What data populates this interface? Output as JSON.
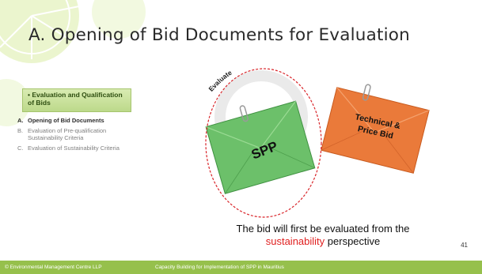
{
  "title": "A. Opening of Bid Documents for Evaluation",
  "section_box": {
    "bullet": "•",
    "label": "Evaluation and Qualification of Bids"
  },
  "outline": [
    {
      "letter": "A.",
      "text": "Opening of Bid Documents",
      "active": true
    },
    {
      "letter": "B.",
      "text": "Evaluation of Pre-qualification Sustainability Criteria",
      "active": false
    },
    {
      "letter": "C.",
      "text": "Evaluation of Sustainability Criteria",
      "active": false
    }
  ],
  "diagram": {
    "evaluate_label": "Evaluate",
    "spp_label": "SPP",
    "tech_line1": "Technical &",
    "tech_line2": "Price Bid",
    "colors": {
      "spp_envelope": "#6cc06a",
      "tech_envelope": "#ea7a3a",
      "dashed_ellipse": "#d9252a"
    }
  },
  "caption": {
    "line1": "The bid will first be evaluated from the",
    "highlight": "sustainability",
    "after": " perspective"
  },
  "footer": {
    "left": "© Environmental Management Centre LLP",
    "center": "Capacity Building for Implementation of SPP in Mauritius"
  },
  "page_number": "41",
  "colors": {
    "accent_green": "#96c04c",
    "highlight_red": "#e02020"
  }
}
